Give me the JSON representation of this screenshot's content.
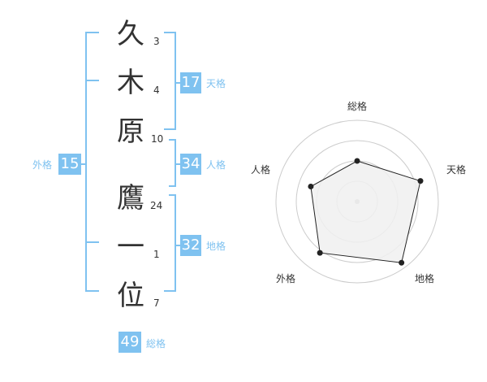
{
  "name": {
    "chars": [
      {
        "char": "久",
        "strokes": "3"
      },
      {
        "char": "木",
        "strokes": "4"
      },
      {
        "char": "原",
        "strokes": "10"
      },
      {
        "char": "鷹",
        "strokes": "24"
      },
      {
        "char": "一",
        "strokes": "1"
      },
      {
        "char": "位",
        "strokes": "7"
      }
    ]
  },
  "fortunes": {
    "tenkaku": {
      "value": "17",
      "label": "天格"
    },
    "jinkaku": {
      "value": "34",
      "label": "人格"
    },
    "chikaku": {
      "value": "32",
      "label": "地格"
    },
    "gaikaku": {
      "value": "15",
      "label": "外格"
    },
    "soukaku": {
      "value": "49",
      "label": "総格"
    }
  },
  "chart_data": {
    "type": "radar",
    "axes": [
      "総格",
      "天格",
      "地格",
      "外格",
      "人格"
    ],
    "values": [
      0.5,
      0.82,
      0.93,
      0.78,
      0.6
    ],
    "max": 1,
    "rings": 4,
    "colors": {
      "accent": "#7fc2f0",
      "fill": "#f0f0f0",
      "line": "#222222",
      "grid": "#cccccc"
    }
  }
}
